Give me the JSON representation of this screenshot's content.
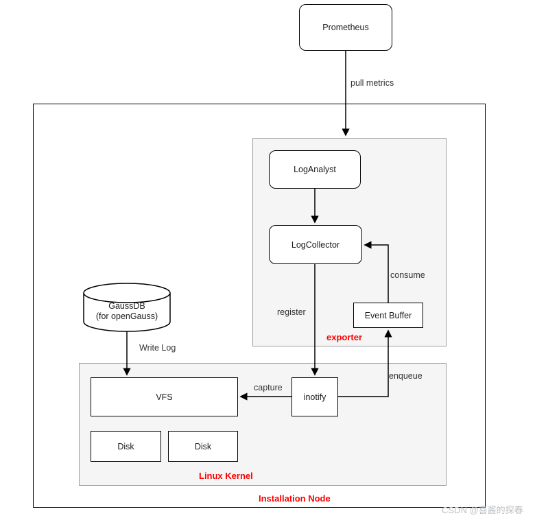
{
  "nodes": {
    "prometheus": {
      "label": "Prometheus"
    },
    "log_analyst": {
      "label": "LogAnalyst"
    },
    "log_collector": {
      "label": "LogCollector"
    },
    "event_buffer": {
      "label": "Event Buffer"
    },
    "gaussdb": {
      "line1": "GaussDB",
      "line2": "(for openGauss)"
    },
    "vfs": {
      "label": "VFS"
    },
    "disk_left": {
      "label": "Disk"
    },
    "disk_right": {
      "label": "Disk"
    },
    "inotify": {
      "label": "inotify"
    }
  },
  "containers": {
    "exporter": {
      "label": "exporter"
    },
    "linux_kernel": {
      "label": "Linux Kernel"
    },
    "installation_node": {
      "label": "Installation Node"
    }
  },
  "edges": {
    "pull_metrics": {
      "label": "pull metrics"
    },
    "register": {
      "label": "register"
    },
    "consume": {
      "label": "consume"
    },
    "enqueue": {
      "label": "enqueue"
    },
    "capture": {
      "label": "capture"
    },
    "write_log": {
      "label": "Write Log"
    }
  },
  "colors": {
    "container_label": "#ff0000",
    "container_fill": "#f5f5f5",
    "container_border": "#9e9e9e",
    "node_border": "#000000",
    "edge": "#000000",
    "watermark": "#bcc0c5"
  },
  "watermark": "CSDN @喜酱的探春"
}
